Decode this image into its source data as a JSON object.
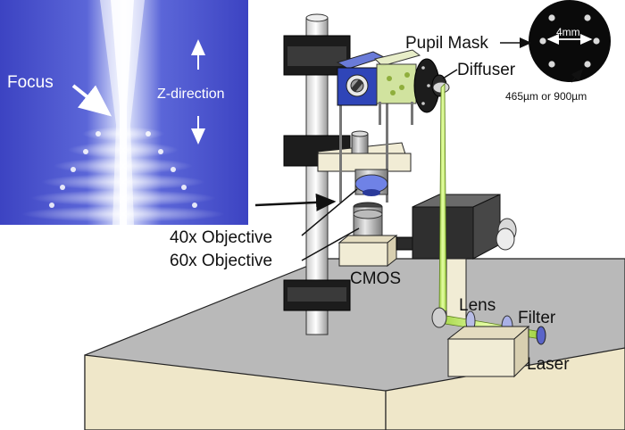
{
  "figure": {
    "labels": {
      "focus": "Focus",
      "z_direction": "Z-direction",
      "pupil_mask": "Pupil Mask",
      "diffuser": "Diffuser",
      "mask_scale": "4mm",
      "pinhole_sizes": "465µm or 900µm",
      "objective_40x": "40x Objective",
      "objective_60x": "60x Objective",
      "cmos": "CMOS",
      "lens": "Lens",
      "filter": "Filter",
      "laser": "Laser"
    },
    "colors": {
      "inset_background": "#3f48c8",
      "beam": "#c6ec6a",
      "mask": "#0a0a0a",
      "table_top": "#b9b9b9",
      "table_edge": "#efe7c9",
      "block_cream": "#f1ecd5",
      "stand_black": "#1c1c1c",
      "mount_blue": "#2f45b8"
    }
  }
}
